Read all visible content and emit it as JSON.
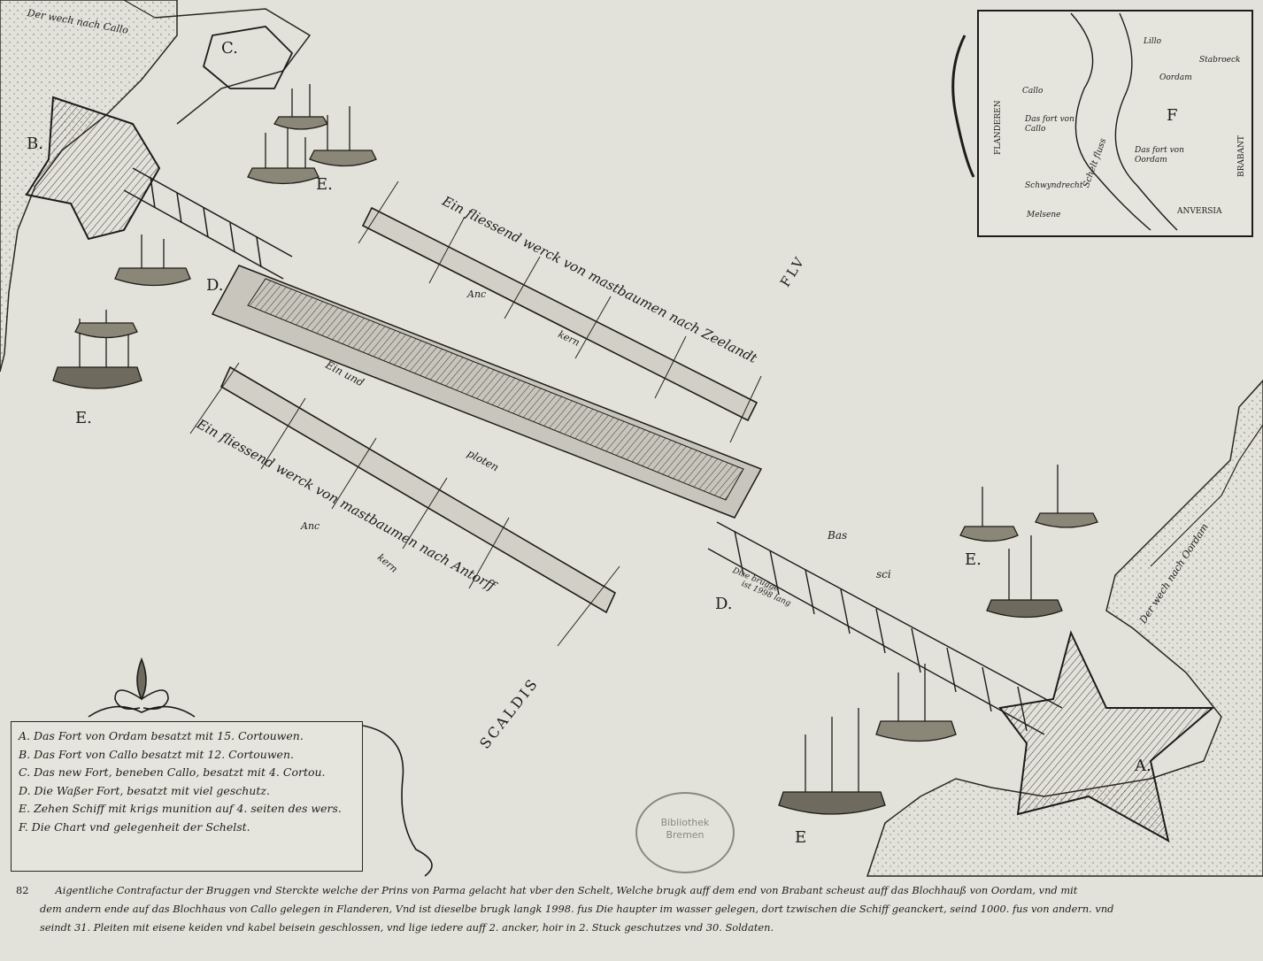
{
  "map": {
    "labels": {
      "weg_callo": "Der wech nach Callo",
      "weg_oordam": "Der wech nach Oordam",
      "upper_work": "Ein fliessend werck von mastbaumen nach Zeelandt",
      "lower_work": "Ein fliessend werck von mastbaumen nach Antorff",
      "flu": "FLV",
      "scaldis": "SCALDIS",
      "anc_1": "Anc",
      "anc_2": "Anc",
      "kern_1": "kern",
      "kern_2": "kern",
      "mid_1": "Ein und",
      "mid_2": "ploten",
      "bas": "Bas",
      "sci": "sci",
      "bridge_note_1": "Dise brugge",
      "bridge_note_2": "ist 1998 lang"
    },
    "letters": {
      "a": "A.",
      "b": "B.",
      "c": "C.",
      "d1": "D.",
      "d2": "D.",
      "e1": "E.",
      "e2": "E.",
      "e3": "E.",
      "e4": "E"
    },
    "inset": {
      "flanderen": "FLANDEREN",
      "brabant": "BRABANT",
      "callo": "Callo",
      "oordam": "Oordam",
      "fort_callo": "Das fort von Callo",
      "fort_oordam": "Das fort von Oordam",
      "schwyndrecht": "Schwyndrecht",
      "melsene": "Melsene",
      "anvers": "ANVERSIA",
      "stabroeck": "Stabroeck",
      "lillo": "Lillo",
      "f": "F",
      "fluss": "Schelt fluss"
    }
  },
  "legend": {
    "items": [
      "A. Das Fort von Ordam besatzt mit 15. Cortouwen.",
      "B. Das Fort von Callo besatzt mit 12. Cortouwen.",
      "C. Das new Fort, beneben Callo, besatzt mit 4. Cortou.",
      "D. Die Waßer Fort, besatzt mit viel geschutz.",
      "E. Zehen Schiff mit krigs munition auf 4. seiten des wers.",
      "F. Die Chart vnd gelegenheit der Schelst."
    ]
  },
  "caption": {
    "page_number": "82",
    "lines": [
      "Aigentliche Contrafactur der Bruggen vnd Sterckte welche der Prins von Parma gelacht hat vber den Schelt, Welche brugk auff dem end von Brabant scheust auff das Blochhauß von Oordam, vnd mit",
      "dem andern ende auf das Blochhaus von Callo gelegen in Flanderen, Vnd ist dieselbe brugk langk 1998. fus Die haupter im wasser gelegen, dort tzwischen die Schiff geanckert, seind 1000. fus von andern. vnd",
      "seindt 31. Pleiten mit eisene keiden vnd kabel beisein geschlossen, vnd lige iedere auff 2. ancker, hoir in 2. Stuck geschutzes vnd 30. Soldaten."
    ]
  },
  "stamp": {
    "line1": "Bibliothek",
    "line2": "Bremen"
  }
}
